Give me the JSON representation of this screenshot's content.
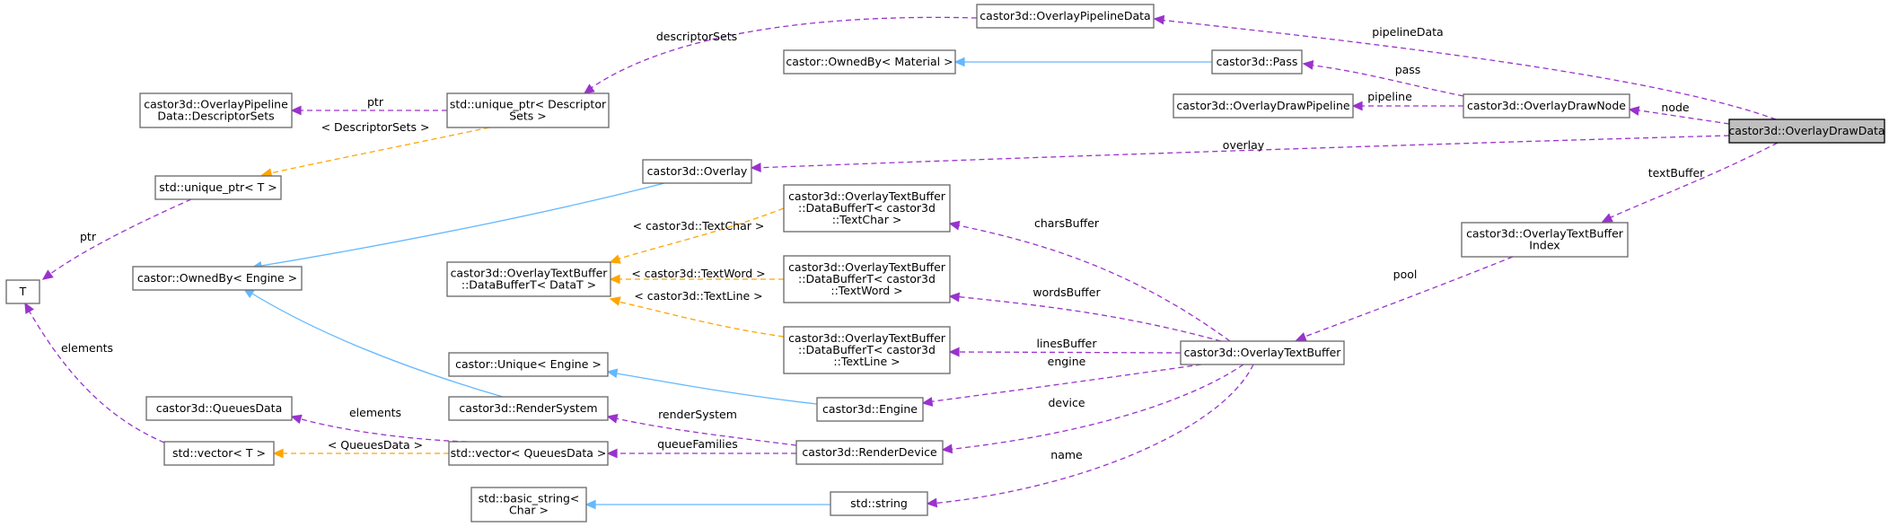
{
  "colors": {
    "usage_edge": "#9a32cd",
    "template_edge": "#ffa500",
    "inheritance_edge": "#63b8ff",
    "node_border": "#666666",
    "highlight_fill": "#bfbfbf"
  },
  "nodes": {
    "overlay_draw_data": {
      "lines": [
        "castor3d::OverlayDrawData"
      ]
    },
    "overlay_pipeline_data": {
      "lines": [
        "castor3d::OverlayPipelineData"
      ]
    },
    "owned_by_material": {
      "lines": [
        "castor::OwnedBy< Material >"
      ]
    },
    "pass": {
      "lines": [
        "castor3d::Pass"
      ]
    },
    "overlay_draw_pipeline": {
      "lines": [
        "castor3d::OverlayDrawPipeline"
      ]
    },
    "overlay_draw_node": {
      "lines": [
        "castor3d::OverlayDrawNode"
      ]
    },
    "descriptor_sets": {
      "lines": [
        "castor3d::OverlayPipeline",
        "Data::DescriptorSets"
      ]
    },
    "unique_ptr_descriptor_sets": {
      "lines": [
        "std::unique_ptr< Descriptor",
        "Sets >"
      ]
    },
    "unique_ptr_t": {
      "lines": [
        "std::unique_ptr< T >"
      ]
    },
    "overlay": {
      "lines": [
        "castor3d::Overlay"
      ]
    },
    "t": {
      "lines": [
        "T"
      ]
    },
    "owned_by_engine": {
      "lines": [
        "castor::OwnedBy< Engine >"
      ]
    },
    "data_buffer_t": {
      "lines": [
        "castor3d::OverlayTextBuffer",
        "::DataBufferT< DataT >"
      ]
    },
    "data_buffer_text_char": {
      "lines": [
        "castor3d::OverlayTextBuffer",
        "::DataBufferT< castor3d",
        "::TextChar >"
      ]
    },
    "data_buffer_text_word": {
      "lines": [
        "castor3d::OverlayTextBuffer",
        "::DataBufferT< castor3d",
        "::TextWord >"
      ]
    },
    "data_buffer_text_line": {
      "lines": [
        "castor3d::OverlayTextBuffer",
        "::DataBufferT< castor3d",
        "::TextLine >"
      ]
    },
    "text_buffer_index": {
      "lines": [
        "castor3d::OverlayTextBuffer",
        "Index"
      ]
    },
    "overlay_text_buffer": {
      "lines": [
        "castor3d::OverlayTextBuffer"
      ]
    },
    "unique_engine": {
      "lines": [
        "castor::Unique< Engine >"
      ]
    },
    "queues_data": {
      "lines": [
        "castor3d::QueuesData"
      ]
    },
    "render_system": {
      "lines": [
        "castor3d::RenderSystem"
      ]
    },
    "engine": {
      "lines": [
        "castor3d::Engine"
      ]
    },
    "vector_t": {
      "lines": [
        "std::vector< T >"
      ]
    },
    "vector_queues_data": {
      "lines": [
        "std::vector< QueuesData >"
      ]
    },
    "render_device": {
      "lines": [
        "castor3d::RenderDevice"
      ]
    },
    "basic_string": {
      "lines": [
        "std::basic_string<",
        "Char >"
      ]
    },
    "string": {
      "lines": [
        "std::string"
      ]
    }
  },
  "edges": [
    {
      "id": "pipelineData",
      "kind": "usage",
      "label": "pipelineData"
    },
    {
      "id": "descriptorSets",
      "kind": "usage",
      "label": "descriptorSets"
    },
    {
      "id": "pass",
      "kind": "usage",
      "label": "pass"
    },
    {
      "id": "pipeline",
      "kind": "usage",
      "label": "pipeline"
    },
    {
      "id": "node",
      "kind": "usage",
      "label": "node"
    },
    {
      "id": "ptr_descsets",
      "kind": "usage",
      "label": "ptr"
    },
    {
      "id": "tmpl_descsets",
      "kind": "template",
      "label": "< DescriptorSets >"
    },
    {
      "id": "ptr_t",
      "kind": "usage",
      "label": "ptr"
    },
    {
      "id": "overlay",
      "kind": "usage",
      "label": "overlay"
    },
    {
      "id": "textBuffer",
      "kind": "usage",
      "label": "textBuffer"
    },
    {
      "id": "tmpl_textchar",
      "kind": "template",
      "label": "< castor3d::TextChar >"
    },
    {
      "id": "tmpl_textword",
      "kind": "template",
      "label": "< castor3d::TextWord >"
    },
    {
      "id": "tmpl_textline",
      "kind": "template",
      "label": "< castor3d::TextLine >"
    },
    {
      "id": "charsBuffer",
      "kind": "usage",
      "label": "charsBuffer"
    },
    {
      "id": "wordsBuffer",
      "kind": "usage",
      "label": "wordsBuffer"
    },
    {
      "id": "linesBuffer",
      "kind": "usage",
      "label": "linesBuffer"
    },
    {
      "id": "pool",
      "kind": "usage",
      "label": "pool"
    },
    {
      "id": "engine",
      "kind": "usage",
      "label": "engine"
    },
    {
      "id": "device",
      "kind": "usage",
      "label": "device"
    },
    {
      "id": "name",
      "kind": "usage",
      "label": "name"
    },
    {
      "id": "elements_t",
      "kind": "usage",
      "label": "elements"
    },
    {
      "id": "elements_qd",
      "kind": "usage",
      "label": "elements"
    },
    {
      "id": "tmpl_queuesdata",
      "kind": "template",
      "label": "< QueuesData >"
    },
    {
      "id": "renderSystem",
      "kind": "usage",
      "label": "renderSystem"
    },
    {
      "id": "queueFamilies",
      "kind": "usage",
      "label": "queueFamilies"
    },
    {
      "id": "inh_material",
      "kind": "inheritance",
      "label": ""
    },
    {
      "id": "inh_overlay",
      "kind": "inheritance",
      "label": ""
    },
    {
      "id": "inh_rendersystem",
      "kind": "inheritance",
      "label": ""
    },
    {
      "id": "inh_engine",
      "kind": "inheritance",
      "label": ""
    },
    {
      "id": "inh_string",
      "kind": "inheritance",
      "label": ""
    }
  ]
}
